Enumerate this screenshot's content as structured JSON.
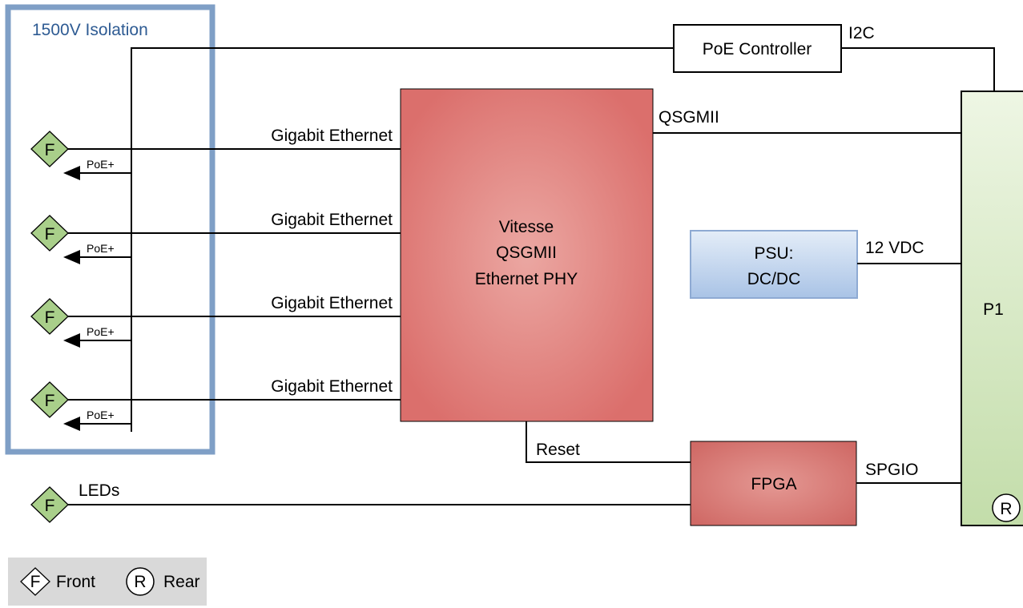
{
  "isolation": {
    "label": "1500V  Isolation"
  },
  "poe_controller": {
    "label": "PoE Controller",
    "bus": "I2C"
  },
  "phy": {
    "lines": [
      "Vitesse",
      "QSGMII",
      "Ethernet PHY"
    ],
    "uplink": "QSGMII"
  },
  "ports": [
    {
      "connector": "F",
      "link": "Gigabit Ethernet",
      "power": "PoE+"
    },
    {
      "connector": "F",
      "link": "Gigabit Ethernet",
      "power": "PoE+"
    },
    {
      "connector": "F",
      "link": "Gigabit Ethernet",
      "power": "PoE+"
    },
    {
      "connector": "F",
      "link": "Gigabit Ethernet",
      "power": "PoE+"
    }
  ],
  "psu": {
    "lines": [
      "PSU:",
      "DC/DC"
    ],
    "rail": "12 VDC"
  },
  "p1": {
    "label": "P1",
    "connector": "R"
  },
  "fpga": {
    "label": "FPGA",
    "bus": "SPGIO",
    "reset": "Reset"
  },
  "leds": {
    "connector": "F",
    "label": "LEDs"
  },
  "legend": {
    "front_symbol": "F",
    "front_label": "Front",
    "rear_symbol": "R",
    "rear_label": "Rear"
  },
  "colors": {
    "isolation_border": "#7f9fc6",
    "isolation_text": "#2e5b93",
    "phy_center": "#eba7a2",
    "phy_edge": "#db6f6c",
    "fpga_center": "#e49893",
    "fpga_edge": "#d06a66",
    "psu_fill_top": "#dfe9f6",
    "psu_fill_bottom": "#aac4e6",
    "psu_border": "#8eaad3",
    "p1_fill_top": "#eef6e4",
    "p1_fill_bottom": "#c6dfae",
    "diamond_fill": "#a9cf8a",
    "legend_bg": "#d9d9d9"
  }
}
